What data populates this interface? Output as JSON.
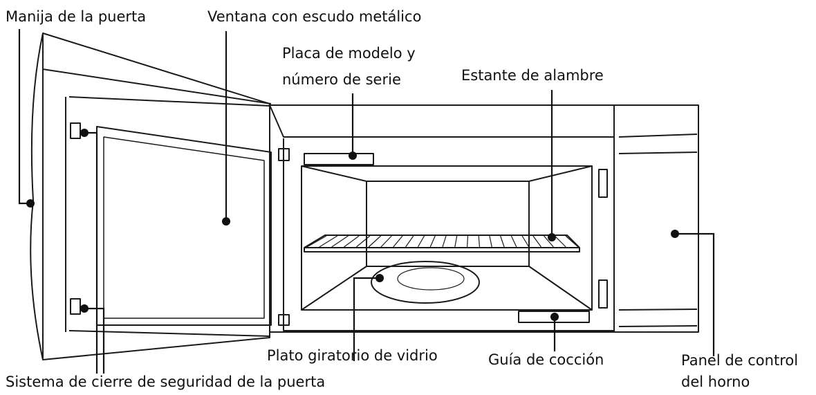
{
  "labels": {
    "door_handle": "Manija de la puerta",
    "window_shield": "Ventana con escudo metálico",
    "model_plate_line1": "Placa de modelo y",
    "model_plate_line2": "número de serie",
    "wire_rack": "Estante de alambre",
    "glass_turntable": "Plato giratorio de vidrio",
    "cooking_guide": "Guía de cocción",
    "control_panel_line1": "Panel de control",
    "control_panel_line2": "del horno",
    "door_latch": "Sistema de cierre de seguridad de la puerta"
  }
}
